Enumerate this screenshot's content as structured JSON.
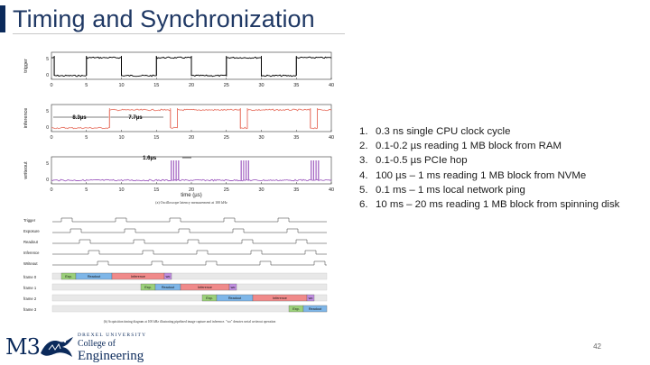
{
  "slide": {
    "title": "Timing and Synchronization",
    "page_number": "42"
  },
  "list_items": [
    {
      "num": "1.",
      "text": "0.3 ns single CPU clock cycle"
    },
    {
      "num": "2.",
      "text": "0.1-0.2 µs reading 1 MB block from RAM"
    },
    {
      "num": "3.",
      "text": "0.1-0.5 µs PCIe hop"
    },
    {
      "num": "4.",
      "text": "100 µs – 1 ms reading 1 MB block from NVMe"
    },
    {
      "num": "5.",
      "text": "0.1 ms – 1 ms local network ping"
    },
    {
      "num": "6.",
      "text": "10 ms – 20 ms reading 1 MB block from spinning disk"
    }
  ],
  "figure_a": {
    "x_ticks": [
      "0",
      "5",
      "10",
      "15",
      "20",
      "25",
      "30",
      "35",
      "40"
    ],
    "x_label": "time (µs)",
    "y_ticks": [
      "5",
      "0"
    ],
    "panels": [
      {
        "label": "trigger",
        "color": "#000000"
      },
      {
        "label": "inference",
        "color": "#e8796a"
      },
      {
        "label": "writeout",
        "color": "#a05fc0"
      }
    ],
    "annot_a": "8.3µs",
    "annot_b": "7.7µs",
    "annot_c": "1.6µs",
    "caption": "(a) Oscilloscope latency measurement at 100 kHz"
  },
  "figure_b": {
    "signal_labels": [
      "Trigger",
      "Exposure",
      "Readout",
      "Inference",
      "Writeout"
    ],
    "frame_labels": [
      "frame 0",
      "frame 1",
      "frame 2",
      "frame 3"
    ],
    "tag_exp": "Exp.",
    "tag_readout": "Readout",
    "tag_inference": "Inference",
    "tag_wo": "wo",
    "caption": "(b) Acquisition timing diagram at 100 kHz illustrating pipelined image capture and inference. \"wo\" denotes serial writeout operation"
  },
  "footer": {
    "logo_text": "M3",
    "university": "DREXEL UNIVERSITY",
    "college_of": "College of",
    "engineering": "Engineering"
  },
  "colors": {
    "title": "#1f3864",
    "inference_trace": "#e8796a",
    "writeout_trace": "#a05fc0",
    "exposure_box": "#9bd07a",
    "readout_box": "#7eb6e8",
    "inference_box": "#f08a8a",
    "writeout_box": "#c08ee0"
  }
}
